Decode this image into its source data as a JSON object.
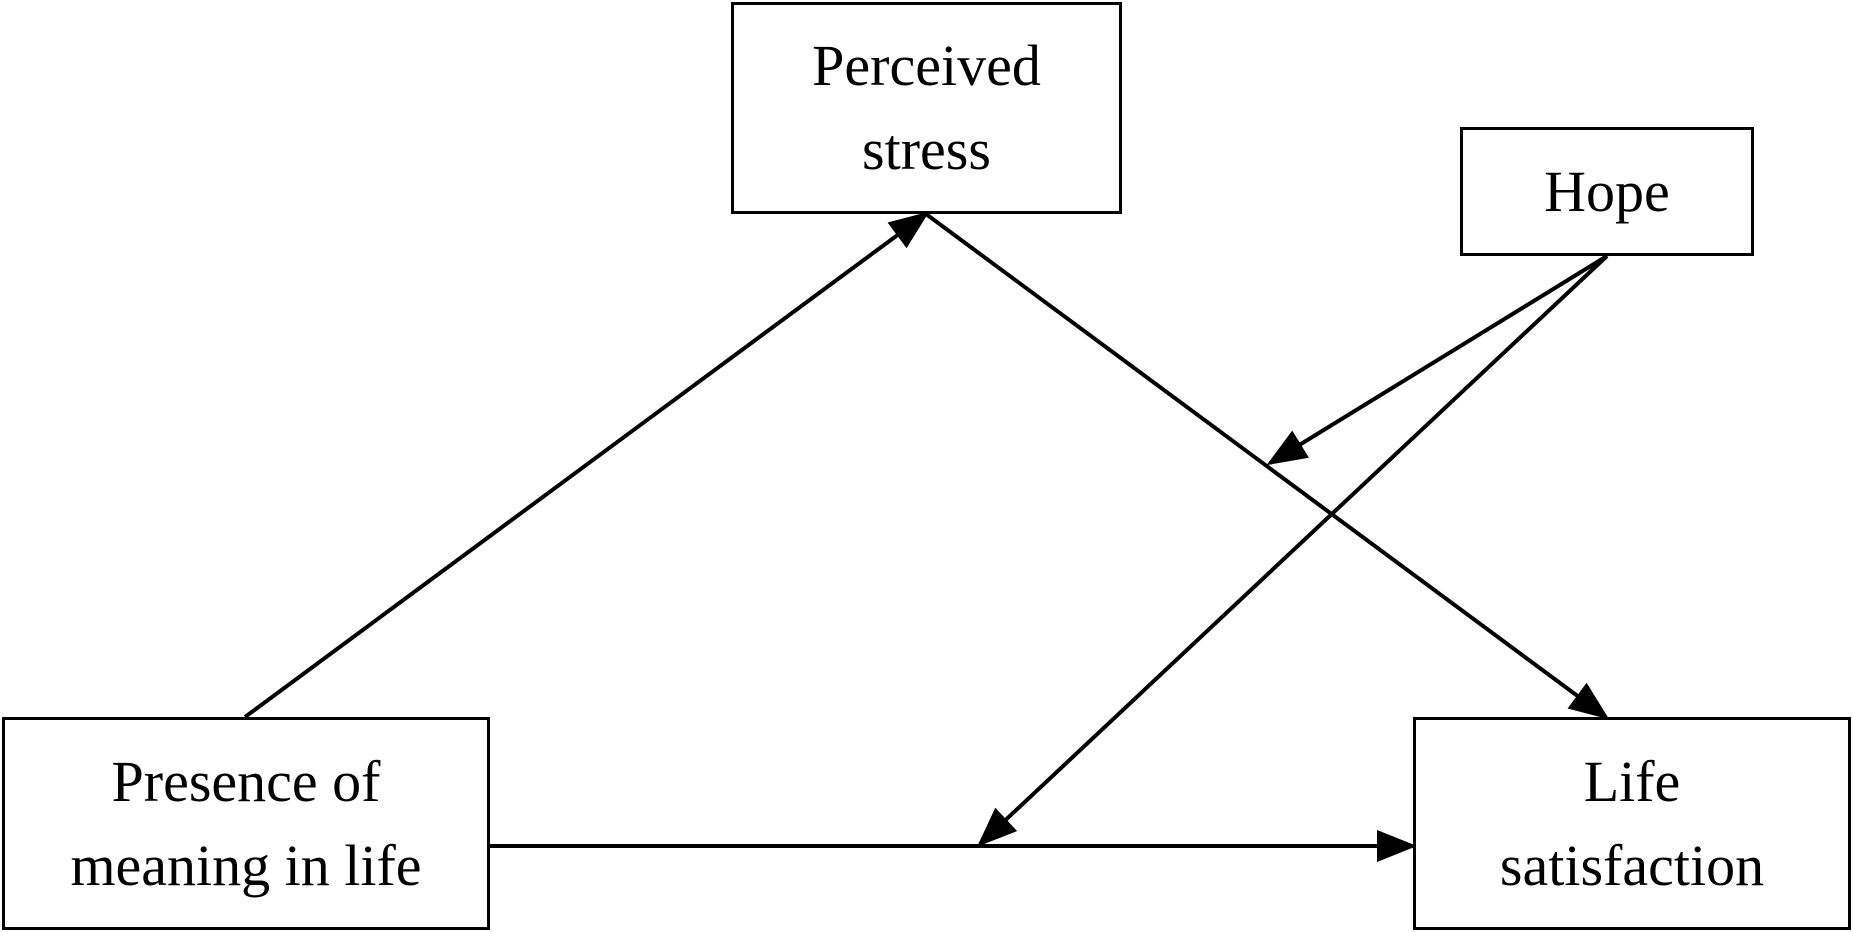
{
  "diagram": {
    "type": "path-model",
    "nodes": {
      "stress": {
        "line1": "Perceived",
        "line2": "stress"
      },
      "hope": {
        "line1": "Hope"
      },
      "meaning": {
        "line1": "Presence of",
        "line2": "meaning in life"
      },
      "life": {
        "line1": "Life",
        "line2": "satisfaction"
      }
    },
    "edges": [
      {
        "from": "Presence of meaning in life",
        "to": "Perceived stress"
      },
      {
        "from": "Perceived stress",
        "to": "Life satisfaction"
      },
      {
        "from": "Presence of meaning in life",
        "to": "Life satisfaction"
      },
      {
        "from": "Hope",
        "to": "Perceived stress → Life satisfaction path",
        "kind": "moderation"
      },
      {
        "from": "Hope",
        "to": "Presence of meaning in life → Life satisfaction path",
        "kind": "moderation"
      }
    ],
    "colors": {
      "stroke": "#000000",
      "background": "#ffffff"
    }
  }
}
